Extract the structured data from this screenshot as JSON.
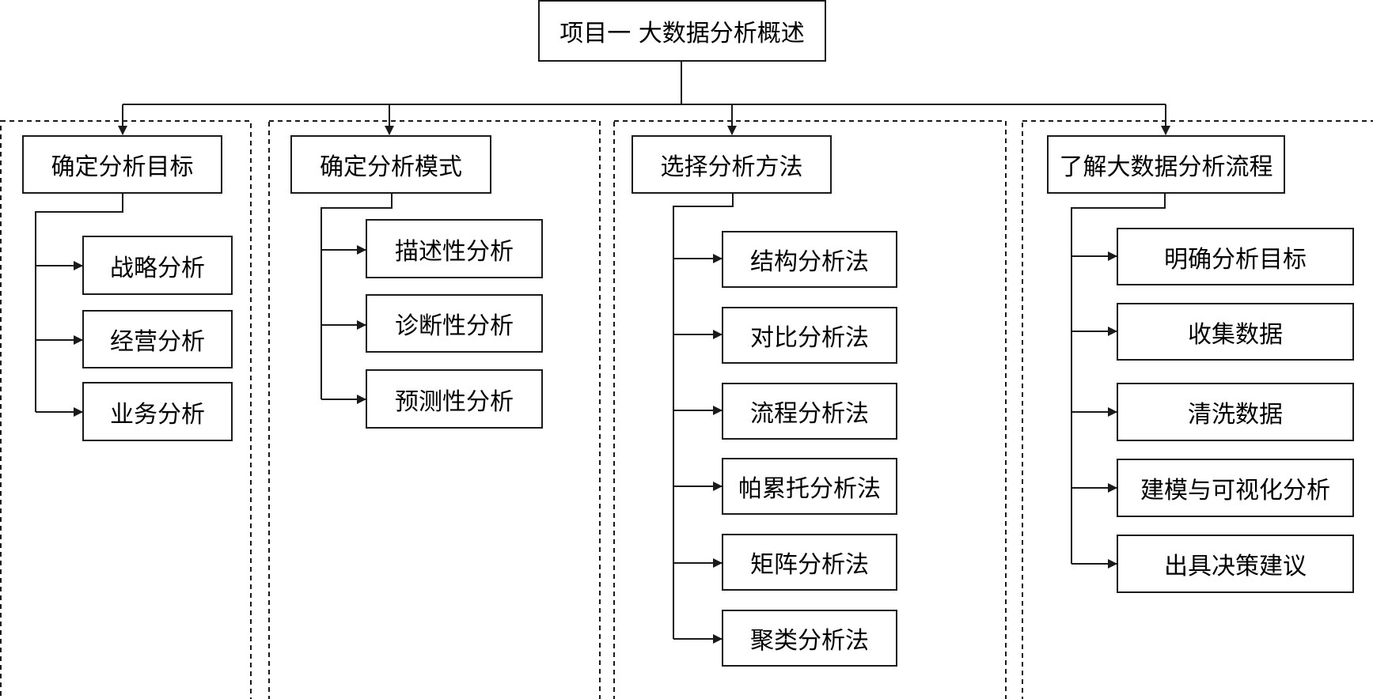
{
  "title": "项目一  大数据分析概述",
  "groups": [
    {
      "heading": "确定分析目标",
      "items": [
        "战略分析",
        "经营分析",
        "业务分析"
      ]
    },
    {
      "heading": "确定分析模式",
      "items": [
        "描述性分析",
        "诊断性分析",
        "预测性分析"
      ]
    },
    {
      "heading": "选择分析方法",
      "items": [
        "结构分析法",
        "对比分析法",
        "流程分析法",
        "帕累托分析法",
        "矩阵分析法",
        "聚类分析法"
      ]
    },
    {
      "heading": "了解大数据分析流程",
      "items": [
        "明确分析目标",
        "收集数据",
        "清洗数据",
        "建模与可视化分析",
        "出具决策建议"
      ]
    }
  ]
}
